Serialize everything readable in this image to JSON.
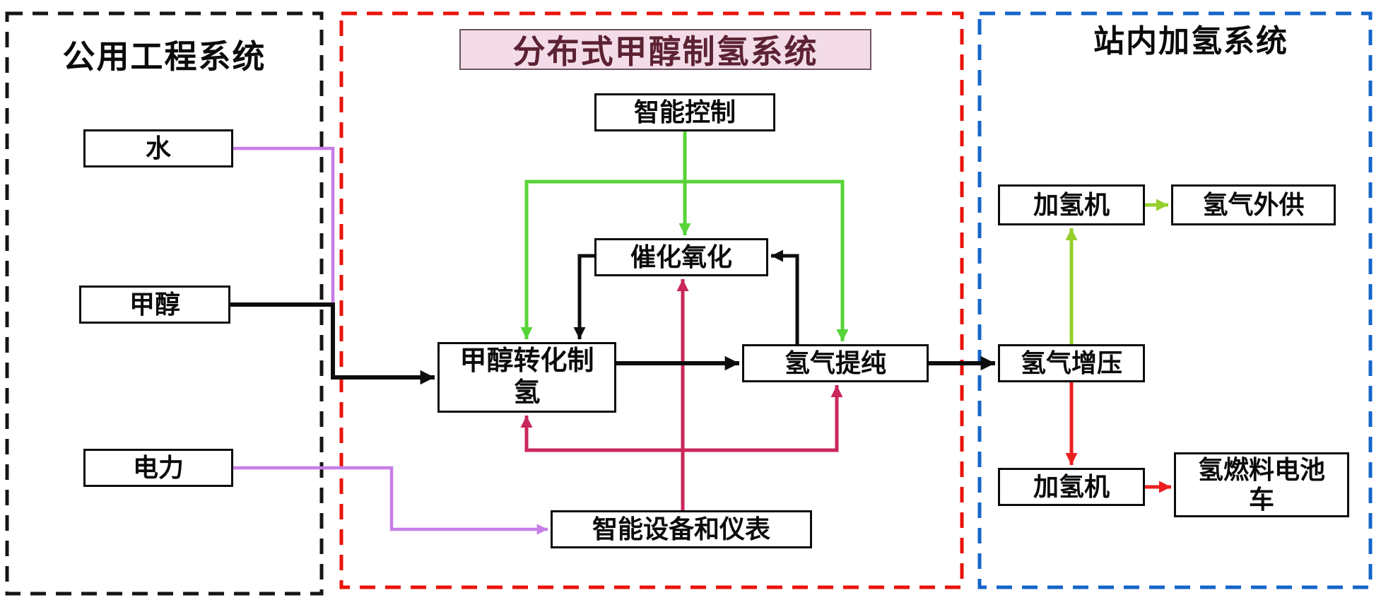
{
  "panels": {
    "utility": {
      "title": "公用工程系统",
      "nodes": {
        "water": "水",
        "methanol": "甲醇",
        "power": "电力"
      }
    },
    "production": {
      "title": "分布式甲醇制氢系统",
      "nodes": {
        "smart_control": "智能控制",
        "catalytic_oxidation": "催化氧化",
        "methanol_reforming": "甲醇转化制氢",
        "hydrogen_purification": "氢气提纯",
        "smart_devices": "智能设备和仪表"
      }
    },
    "refueling": {
      "title": "站内加氢系统",
      "nodes": {
        "dispenser_top": "加氢机",
        "hydrogen_export": "氢气外供",
        "hydrogen_boost": "氢气增压",
        "dispenser_bottom": "加氢机",
        "fuel_cell_vehicle": "氢燃料电池车"
      }
    }
  },
  "colors": {
    "black_line": "#0d0d0d",
    "green_line": "#57d437",
    "lime_line": "#95cf2b",
    "crimson_line": "#c9275a",
    "purple_line": "#c77ee8",
    "red_line": "#ec1f1f",
    "utility_border": "#161616",
    "production_border": "#ea1309",
    "refueling_border": "#1565c8",
    "production_title_bg": "#f3dce8",
    "production_title_fg": "#5c2233",
    "node_border": "#0c0c0c",
    "node_bg": "#ffffff"
  }
}
